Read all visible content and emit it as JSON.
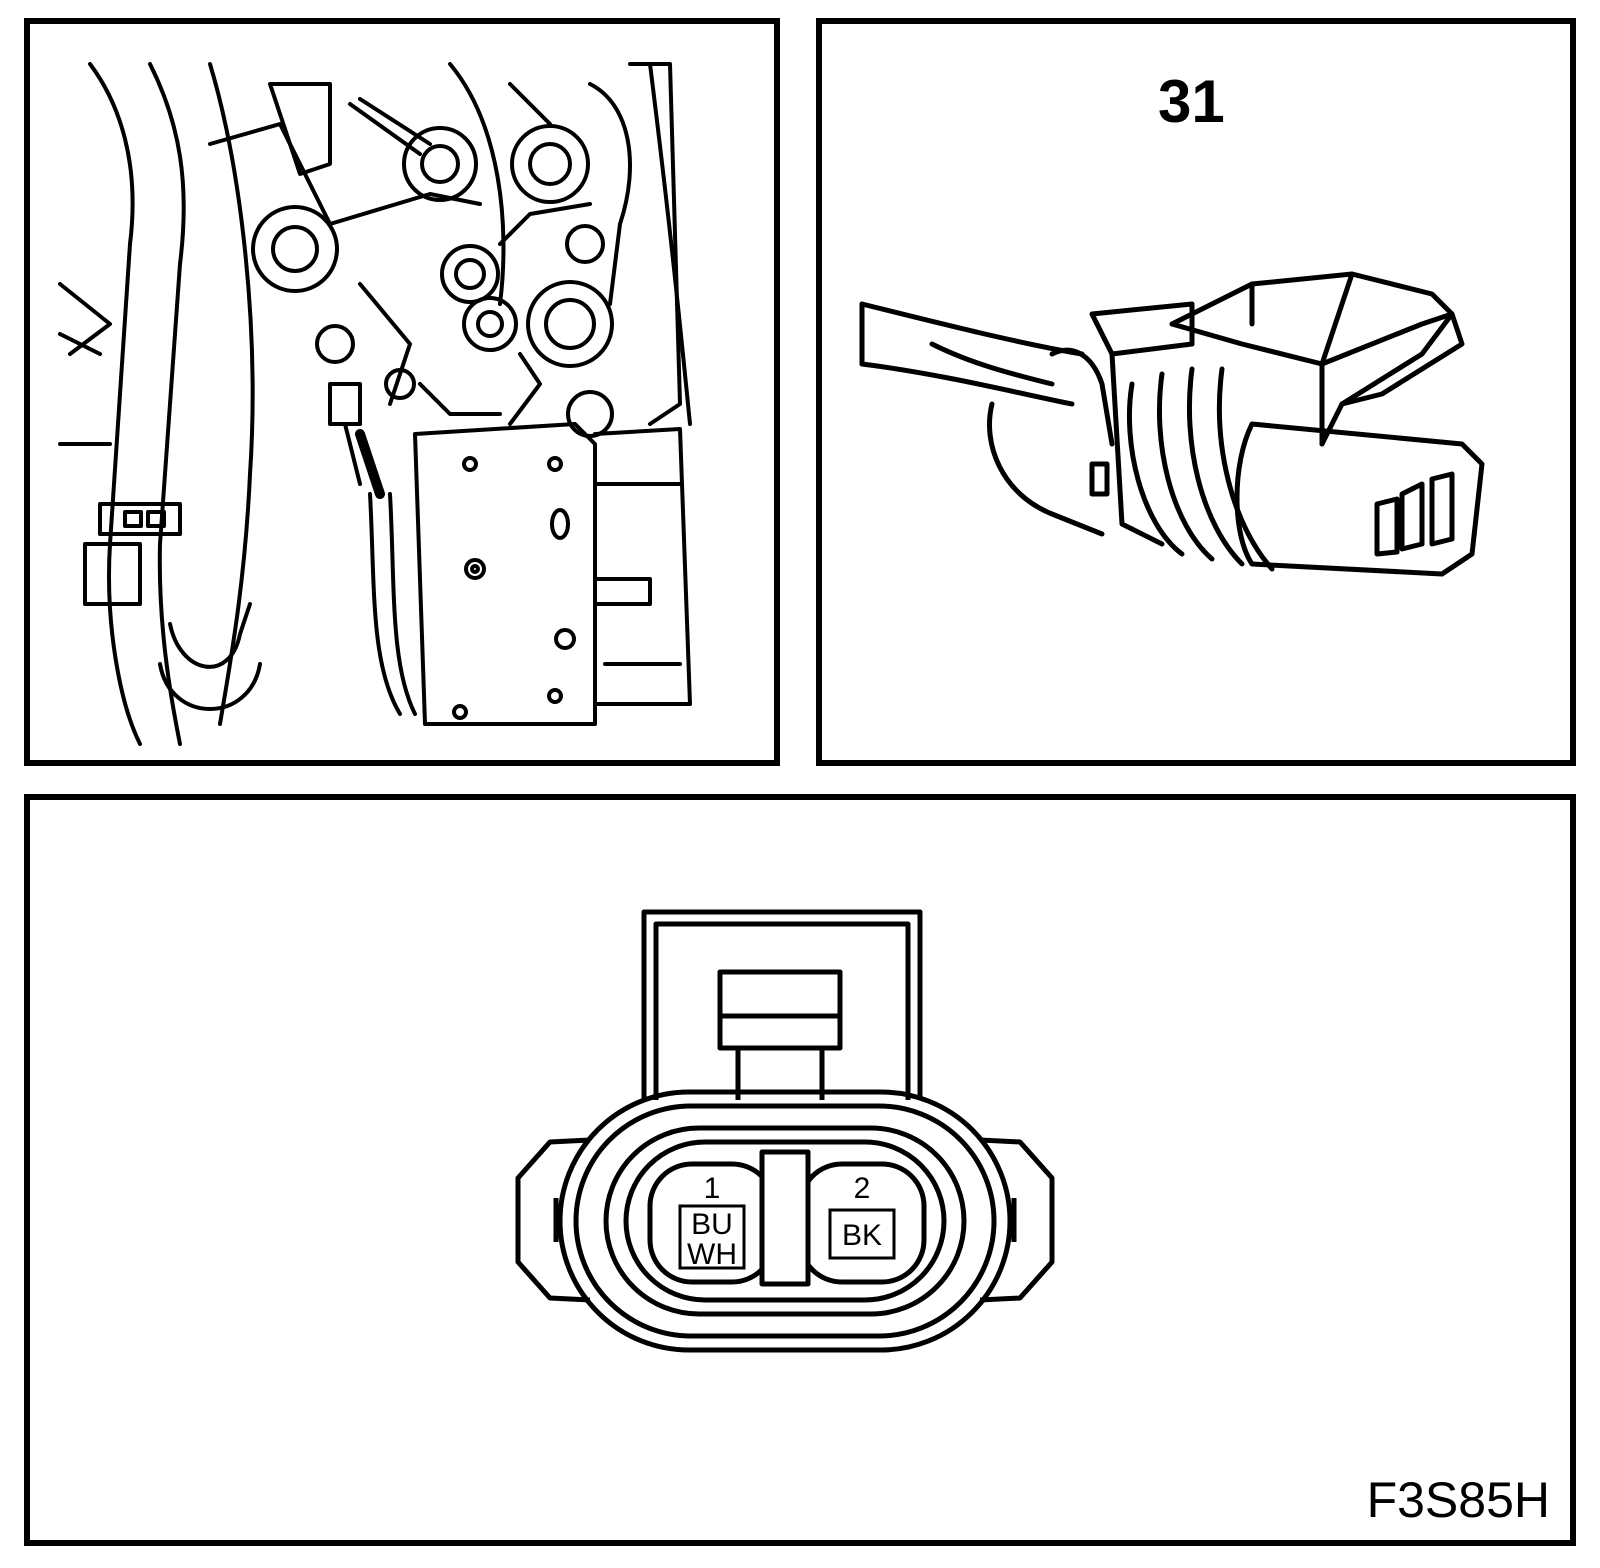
{
  "connector": {
    "number": "31"
  },
  "pins": [
    {
      "number": "1",
      "color_lines": [
        "BU",
        "WH"
      ]
    },
    {
      "number": "2",
      "color_lines": [
        "BK"
      ]
    }
  ],
  "figure_code": "F3S85H",
  "colors": {
    "ink": "#000000",
    "paper": "#ffffff"
  }
}
